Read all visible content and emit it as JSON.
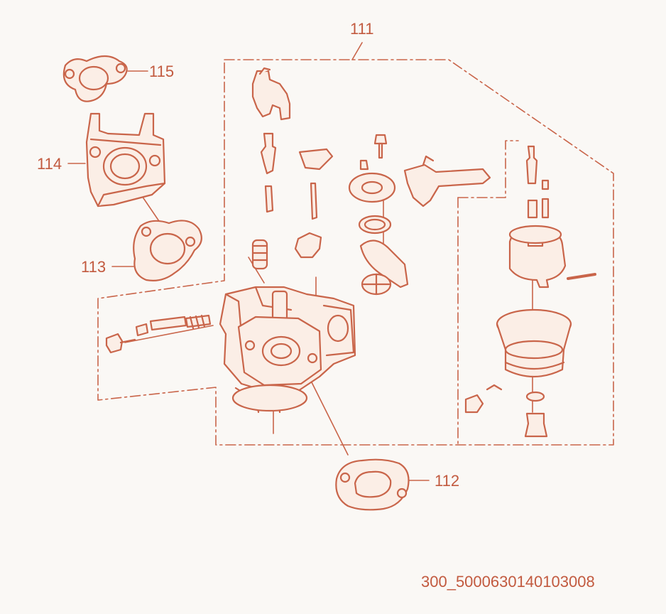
{
  "callouts": {
    "c111": "111",
    "c112": "112",
    "c113": "113",
    "c114": "114",
    "c115": "115"
  },
  "drawing_code": "300_5000630140103008",
  "colors": {
    "line": "#c9654a",
    "fill": "#fbeee6",
    "text": "#c25a3f",
    "background": "#faf8f5"
  }
}
